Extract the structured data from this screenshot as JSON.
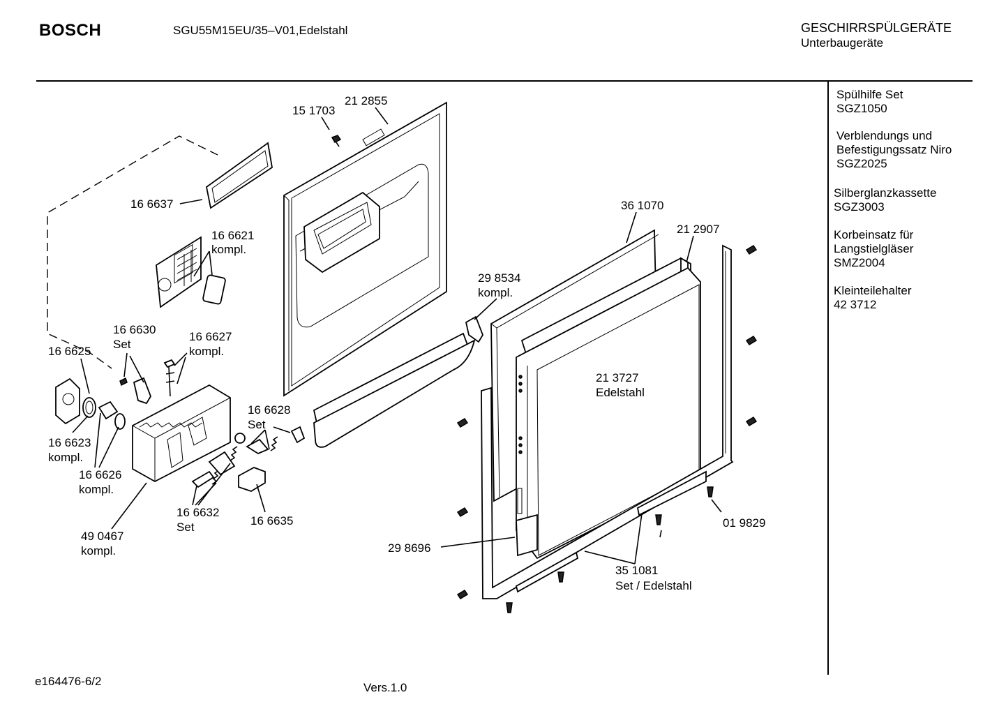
{
  "header": {
    "brand": "BOSCH",
    "model": "SGU55M15EU/35–V01,Edelstahl",
    "category_line1": "GESCHIRRSPÜLGERÄTE",
    "category_line2": "Unterbaugeräte"
  },
  "accessories": [
    {
      "line1": "Spülhilfe Set",
      "line2": "SGZ1050",
      "line3": ""
    },
    {
      "line1": "Verblendungs und",
      "line2": "Befestigungssatz Niro",
      "line3": "SGZ2025"
    },
    {
      "line1": "Silberglanzkassette",
      "line2": "SGZ3003",
      "line3": ""
    },
    {
      "line1": "Korbeinsatz für",
      "line2": "Langstielgläser",
      "line3": "SMZ2004"
    },
    {
      "line1": "Kleinteilehalter",
      "line2": "42 3712",
      "line3": ""
    }
  ],
  "parts": [
    {
      "num": "15 1703",
      "note": ""
    },
    {
      "num": "21 2855",
      "note": ""
    },
    {
      "num": "16 6637",
      "note": ""
    },
    {
      "num": "16 6621",
      "note": "kompl."
    },
    {
      "num": "36 1070",
      "note": ""
    },
    {
      "num": "21 2907",
      "note": ""
    },
    {
      "num": "29 8534",
      "note": "kompl."
    },
    {
      "num": "16 6630",
      "note": "Set"
    },
    {
      "num": "16 6627",
      "note": "kompl."
    },
    {
      "num": "16 6625",
      "note": ""
    },
    {
      "num": "21 3727",
      "note": "Edelstahl"
    },
    {
      "num": "16 6628",
      "note": "Set"
    },
    {
      "num": "16 6623",
      "note": "kompl."
    },
    {
      "num": "16 6626",
      "note": "kompl."
    },
    {
      "num": "16 6632",
      "note": "Set"
    },
    {
      "num": "16 6635",
      "note": ""
    },
    {
      "num": "49 0467",
      "note": "kompl."
    },
    {
      "num": "29 8696",
      "note": ""
    },
    {
      "num": "01 9829",
      "note": ""
    },
    {
      "num": "35 1081",
      "note": "Set / Edelstahl"
    }
  ],
  "footer": {
    "doc_id": "e164476-6/2",
    "version": "Vers.1.0"
  }
}
